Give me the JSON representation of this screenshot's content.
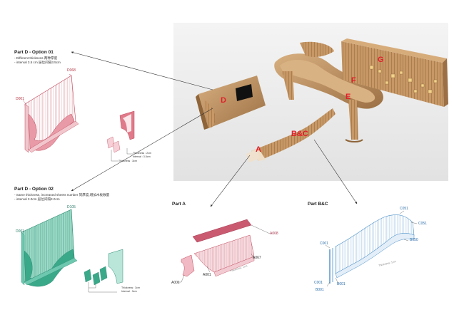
{
  "render": {
    "letters": {
      "d": "D",
      "g": "G",
      "f": "F",
      "e": "E",
      "bc": "B&C",
      "a": "A"
    }
  },
  "option01": {
    "title": "Part D - Option 01",
    "note_1": "- Different thickness 两种厚度",
    "note_2": "- interval 3.5 cm 层位间隔3.5cm",
    "label_top": "D068",
    "label_left": "D001",
    "thickness_a": "Thickness : 2cm",
    "interval": "Interval : 3.5cm",
    "thickness_b": "Thickness : 3cm"
  },
  "option02": {
    "title": "Part D - Option 02",
    "note_1": "- Same thickness, increased sheets number 同厚度,增加木板数量",
    "note_2": "- interval 3.0cm 层位间隔3.0cm",
    "label_top": "D105",
    "label_left": "D001",
    "thickness": "Thickness : 3cm",
    "interval": "Interval : 3cm"
  },
  "part_a": {
    "title": "Part A",
    "label_top": "A068",
    "label_right": "A067",
    "label_bottom": "A001",
    "label_left": "A001",
    "thickness": "Thickness: 1cm"
  },
  "part_bc": {
    "title": "Part B&C",
    "label_c051_top": "C051",
    "label_c051_right": "C051",
    "label_b050": "B050",
    "label_c001_top": "C001",
    "label_c001_bottom": "C001",
    "label_b001_left": "B001",
    "label_b001_bottom": "B001",
    "thickness": "Thickness: 1cm"
  },
  "colors": {
    "red_stroke": "#c0475a",
    "red_fill": "#f1c7cd",
    "green_stroke": "#2e8b73",
    "green_fill": "#6ec8b0",
    "blue_stroke": "#4a8fc8",
    "wood": "#b8895a",
    "accent": "#e0202a"
  }
}
